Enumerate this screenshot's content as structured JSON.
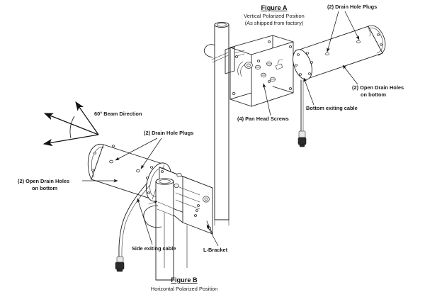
{
  "document": {
    "type": "technical-installation-diagram",
    "subject": "Antenna mounting orientation — vertical and horizontal polarized positions",
    "background_color": "#ffffff",
    "line_color": "#1a1a1a",
    "text_color": "#1a1a1a"
  },
  "figure_a": {
    "title": "Figure A",
    "subtitle_line1": "Vertical Polarized Position",
    "subtitle_line2": "(As shipped from factory)",
    "callouts": [
      {
        "id": "drain-hole-plugs",
        "text": "(2) Drain Hole Plugs"
      },
      {
        "id": "open-drain-holes",
        "line1": "(2) Open Drain Holes",
        "line2": "on bottom"
      },
      {
        "id": "bottom-exiting-cable",
        "text": "Bottom exiting cable"
      },
      {
        "id": "pan-head-screws",
        "text": "(4) Pan Head Screws"
      }
    ]
  },
  "figure_b": {
    "title": "Figure B",
    "subtitle_line1": "Horizontal Polarized Position",
    "callouts": [
      {
        "id": "drain-hole-plugs",
        "text": "(2) Drain Hole Plugs"
      },
      {
        "id": "open-drain-holes",
        "line1": "(2) Open Drain Holes",
        "line2": "on bottom"
      },
      {
        "id": "side-exiting-cable",
        "text": "Side exiting cable"
      },
      {
        "id": "l-bracket",
        "text": "L-Bracket"
      }
    ]
  },
  "beam_indicator": {
    "label": "60° Beam Direction",
    "angle_degrees": 60,
    "arrow_count": 3
  }
}
